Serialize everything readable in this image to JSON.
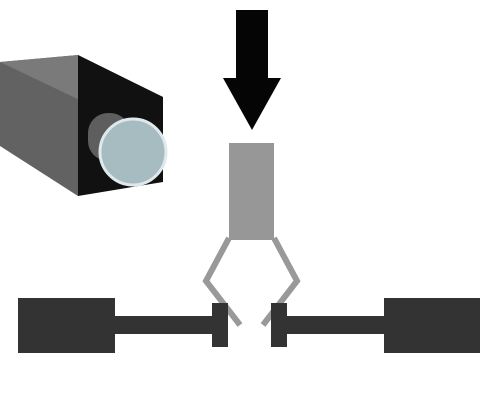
{
  "diagram": {
    "components": [
      {
        "id": "camera",
        "icon": "camera-icon"
      },
      {
        "id": "down-arrow",
        "icon": "arrow-down-icon"
      },
      {
        "id": "gripper",
        "icon": "gripper-icon"
      },
      {
        "id": "left-actuator",
        "icon": "linear-actuator-icon"
      },
      {
        "id": "right-actuator",
        "icon": "linear-actuator-icon"
      }
    ]
  },
  "colors": {
    "background": "#ffffff",
    "camera_body_side": "#626262",
    "camera_body_top": "#7a7a7a",
    "camera_front": "#111111",
    "lens_barrel": "#5e5e5e",
    "lens_glass": "#a6bcc1",
    "lens_rim": "#dfe8ea",
    "arrow": "#050505",
    "gripper_body": "#979797",
    "gripper_fingers": "#999999",
    "actuator_body": "#333333",
    "actuator_rod": "#333333"
  }
}
